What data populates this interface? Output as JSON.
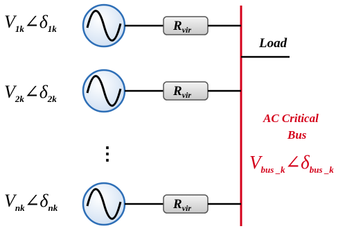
{
  "sources": [
    {
      "V": "V",
      "V_sub": "1k",
      "angle": "∠",
      "delta": "δ",
      "delta_sub": "1k",
      "resistor": {
        "R": "R",
        "sub": "vir"
      }
    },
    {
      "V": "V",
      "V_sub": "2k",
      "angle": "∠",
      "delta": "δ",
      "delta_sub": "2k",
      "resistor": {
        "R": "R",
        "sub": "vir"
      }
    },
    {
      "V": "V",
      "V_sub": "nk",
      "angle": "∠",
      "delta": "δ",
      "delta_sub": "nk",
      "resistor": {
        "R": "R",
        "sub": "vir"
      }
    }
  ],
  "ellipsis": "⋮",
  "load_label": "Load",
  "bus": {
    "title_line1": "AC Critical",
    "title_line2": "Bus",
    "V": "V",
    "V_sub": "bus _k",
    "angle": "∠",
    "delta": "δ",
    "delta_sub": "bus _k",
    "color": "#d4001a"
  },
  "colors": {
    "source_fill": "#dfe9f6",
    "source_stroke": "#2e6fb7",
    "resistor_fill": "#e4e4e4",
    "wire": "#000000"
  },
  "icons": [
    "ac-source-icon",
    "resistor-icon"
  ]
}
